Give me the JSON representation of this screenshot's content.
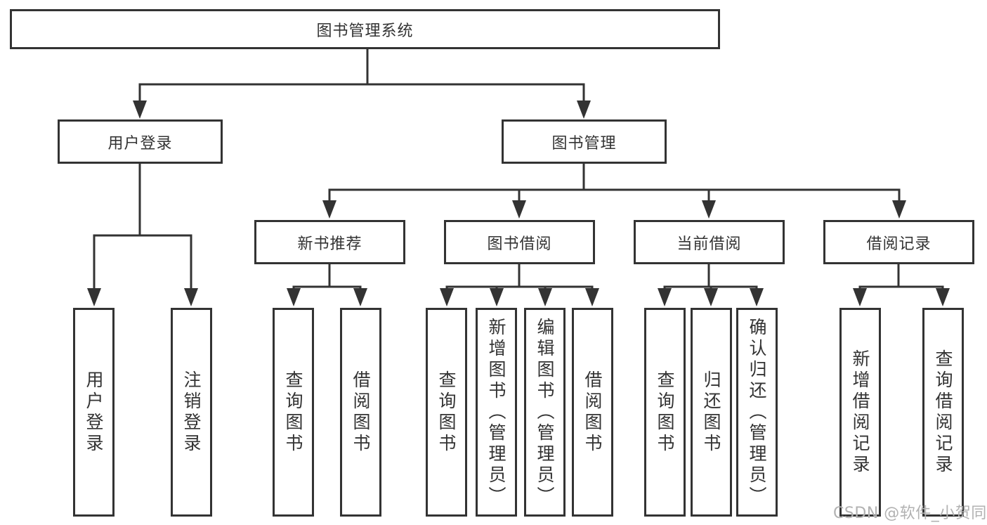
{
  "tree": {
    "root": {
      "label": "图书管理系统"
    },
    "user_login": {
      "label": "用户登录",
      "children": {
        "login": {
          "label": "用户登录"
        },
        "logout": {
          "label": "注销登录"
        }
      }
    },
    "book_mgmt": {
      "label": "图书管理",
      "children": {
        "new_book_rec": {
          "label": "新书推荐",
          "children": {
            "query_book": {
              "label": "查询图书"
            },
            "borrow_book": {
              "label": "借阅图书"
            }
          }
        },
        "book_borrow": {
          "label": "图书借阅",
          "children": {
            "query_book": {
              "label": "查询图书"
            },
            "add_book": {
              "label": "新增图书（管理员）"
            },
            "edit_book": {
              "label": "编辑图书（管理员）"
            },
            "borrow_book": {
              "label": "借阅图书"
            }
          }
        },
        "current_borrow": {
          "label": "当前借阅",
          "children": {
            "query_book": {
              "label": "查询图书"
            },
            "return_book": {
              "label": "归还图书"
            },
            "confirm_return": {
              "label": "确认归还（管理员）"
            }
          }
        },
        "borrow_records": {
          "label": "借阅记录",
          "children": {
            "add_record": {
              "label": "新增借阅记录"
            },
            "query_record": {
              "label": "查询借阅记录"
            }
          }
        }
      }
    }
  },
  "watermark": "CSDN @软件_小贺同学",
  "colors": {
    "line": "#333333",
    "text": "#333333",
    "watermark": "#b2b2b2",
    "background": "#ffffff"
  }
}
